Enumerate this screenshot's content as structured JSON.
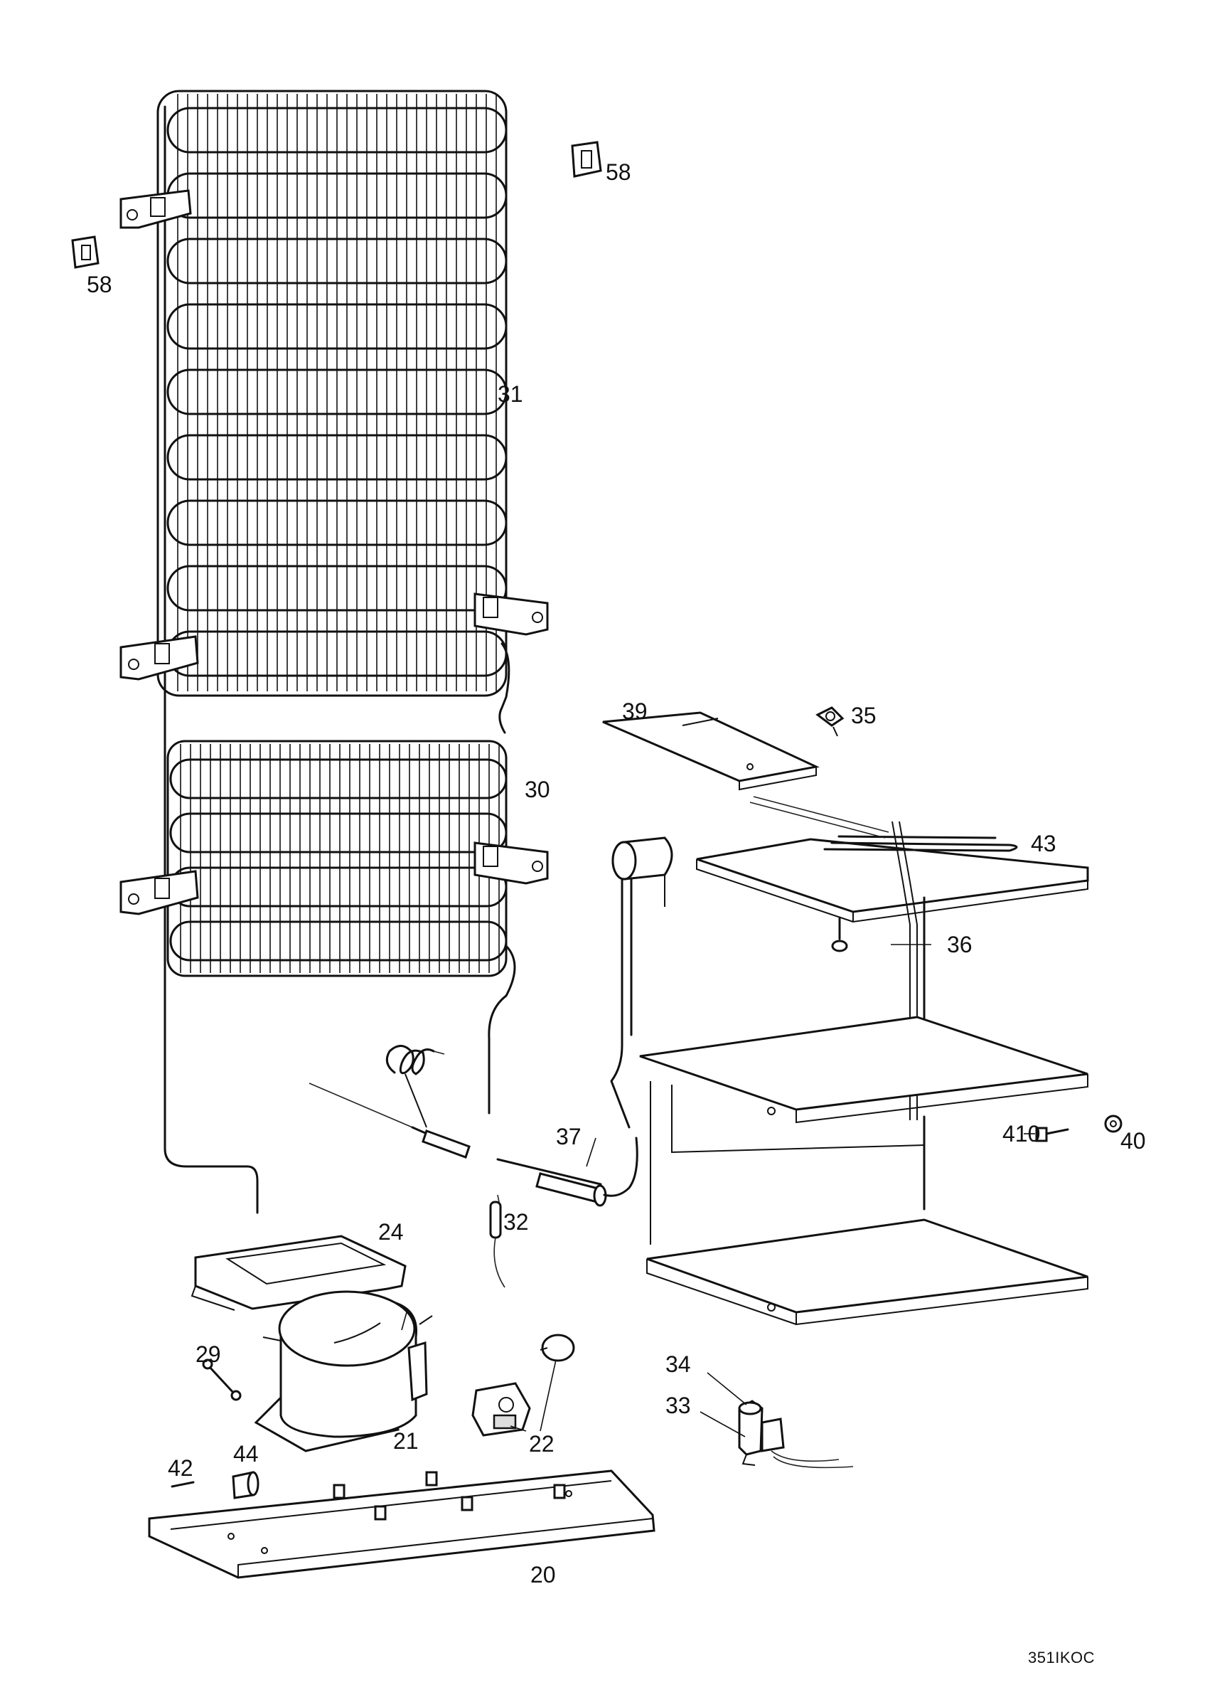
{
  "diagram": {
    "callouts": {
      "c58a": "58",
      "c58b": "58",
      "c31": "31",
      "c30": "30",
      "c39": "39",
      "c35": "35",
      "c43": "43",
      "c36": "36",
      "c37": "37",
      "c410": "410",
      "c40": "40",
      "c32": "32",
      "c24": "24",
      "c29": "29",
      "c21": "21",
      "c22": "22",
      "c34": "34",
      "c33": "33",
      "c42": "42",
      "c44": "44",
      "c20": "20"
    },
    "drawing_code": "351IKOC"
  }
}
